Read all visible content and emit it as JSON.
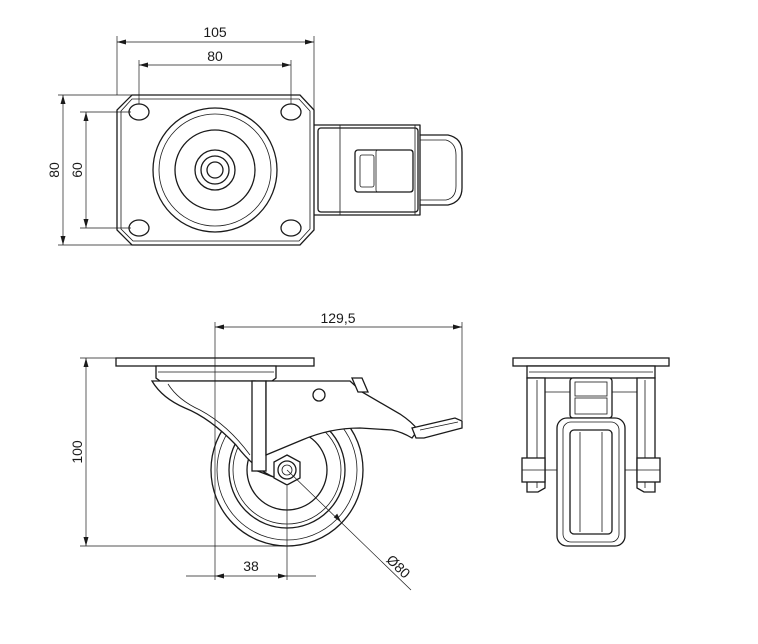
{
  "drawing": {
    "top_view": {
      "dim_plate_width": "105",
      "dim_hole_spacing_x": "80",
      "dim_plate_height": "80",
      "dim_hole_spacing_y": "60"
    },
    "side_view": {
      "dim_total_length": "129,5",
      "dim_total_height": "100",
      "dim_offset": "38",
      "dim_wheel_diameter": "Ø80"
    }
  }
}
